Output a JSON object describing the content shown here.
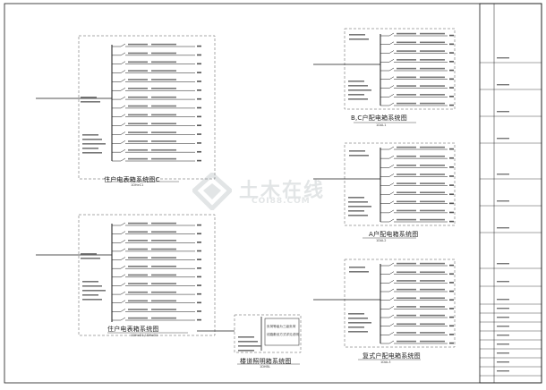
{
  "drawing": {
    "captions": {
      "household_c": "住户电表箱系统图C",
      "household_c_sub": "1DHeC1",
      "household_d": "住户电表箱系统图",
      "household_d_sub": "1DHeD1,1DHeD1",
      "b_c_box": "B,C户配电箱系统图",
      "b_c_box_sub": "1DAL1",
      "a_box": "A户配电箱系统图",
      "a_box_sub": "1DAL2",
      "duplex_box": "复式户配电箱系统图",
      "duplex_box_sub": "1DAL3",
      "stair_box": "楼道照明箱系统图",
      "stair_box_sub": "1DHBL"
    },
    "stair_box_notes": [
      "负荷等级为三级负荷",
      "线路敷设方式详见说明"
    ],
    "watermark": {
      "text": "土木在线",
      "url": "COI88.COM"
    }
  },
  "colors": {
    "line": "#1a1a1a",
    "dash": "#555555",
    "watermark": "#9aa3a8"
  }
}
